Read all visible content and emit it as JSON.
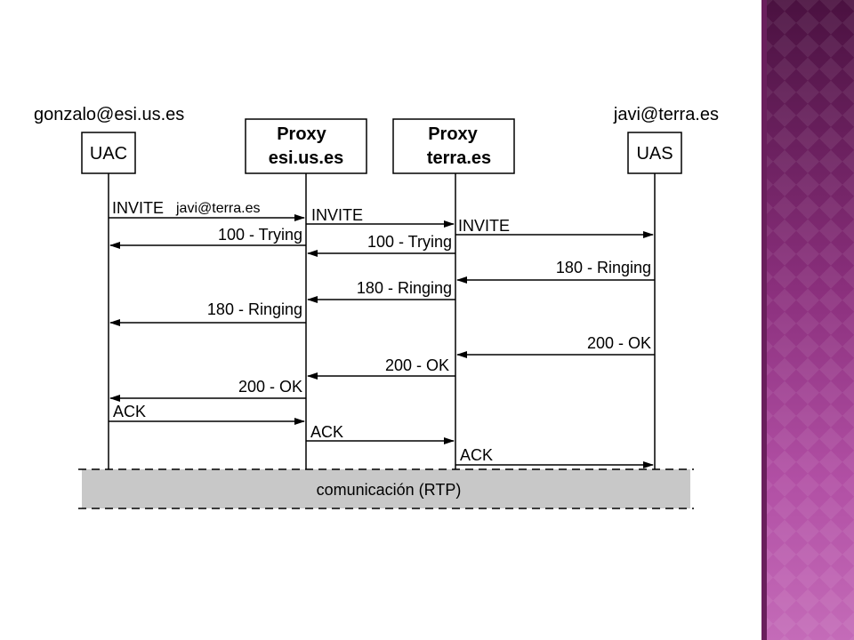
{
  "participants": {
    "uac": {
      "address": "gonzalo@esi.us.es",
      "name": "UAC"
    },
    "proxy1": {
      "line1": "Proxy",
      "line2": "esi.us.es"
    },
    "proxy2": {
      "line1": "Proxy",
      "line2": "terra.es"
    },
    "uas": {
      "address": "javi@terra.es",
      "name": "UAS"
    }
  },
  "messages": [
    {
      "from": "uac",
      "to": "proxy1",
      "label": "INVITE",
      "extra": "javi@terra.es"
    },
    {
      "from": "proxy1",
      "to": "proxy2",
      "label": "INVITE"
    },
    {
      "from": "proxy2",
      "to": "uas",
      "label": "INVITE"
    },
    {
      "from": "proxy1",
      "to": "uac",
      "label": "100 - Trying"
    },
    {
      "from": "proxy2",
      "to": "proxy1",
      "label": "100 - Trying"
    },
    {
      "from": "uas",
      "to": "proxy2",
      "label": "180 - Ringing"
    },
    {
      "from": "proxy2",
      "to": "proxy1",
      "label": "180 - Ringing"
    },
    {
      "from": "proxy1",
      "to": "uac",
      "label": "180 - Ringing"
    },
    {
      "from": "uas",
      "to": "proxy2",
      "label": "200 - OK"
    },
    {
      "from": "proxy2",
      "to": "proxy1",
      "label": "200 - OK"
    },
    {
      "from": "proxy1",
      "to": "uac",
      "label": "200 - OK"
    },
    {
      "from": "uac",
      "to": "proxy1",
      "label": "ACK"
    },
    {
      "from": "proxy1",
      "to": "proxy2",
      "label": "ACK"
    },
    {
      "from": "proxy2",
      "to": "uas",
      "label": "ACK"
    }
  ],
  "media": {
    "label": "comunicación (RTP)"
  },
  "colors": {
    "band": "#c8c8c8",
    "sidebar_dark": "#4a1140",
    "sidebar_light": "#c46bb8"
  }
}
